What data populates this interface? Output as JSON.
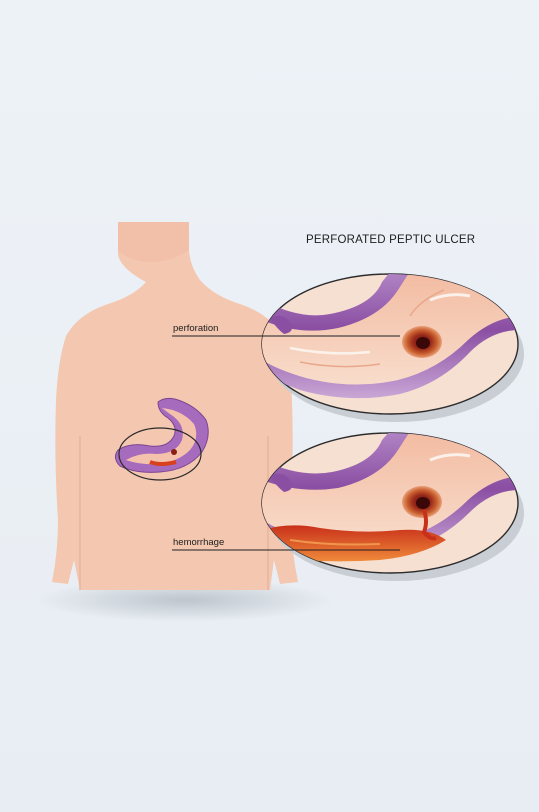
{
  "title": "PERFORATED PEPTIC ULCER",
  "labels": {
    "perforation": "perforation",
    "hemorrhage": "hemorrhage"
  },
  "colors": {
    "background": "#ecf1f6",
    "skin": "#f4c7b0",
    "stomach_wall": "#8b52a3",
    "mucosa": "#f6d0bc",
    "blood": "#d9401d",
    "lens_rim": "#d9dde2"
  }
}
